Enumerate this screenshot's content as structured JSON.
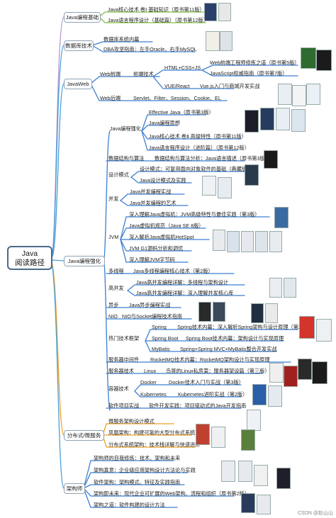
{
  "root": {
    "line1": "Java",
    "line2": "阅读路径"
  },
  "categories": {
    "basics": "Java编程基础",
    "database": "数据库技术",
    "web": "JavaWeb",
    "advanced": "Java编程强化",
    "distributed": "分布式/微服务",
    "architect": "架构师"
  },
  "basics": [
    "Java核心技术 卷Ⅰ 基础知识（原书第11版）",
    "Java语言程序设计（基础篇）（原书第12版）"
  ],
  "database": {
    "sub": "数据库系统内幕",
    "item": "DBA攻坚指南：左手Oracle，右手MySQL"
  },
  "web": {
    "frontend": "Web前端",
    "frontend_dev": "前端技术",
    "html": "HTML+CSS+JS",
    "html_book": "Web前端工程师修炼之道（原书第5版）",
    "js_book": "JavaScript权威指南（原书第7版）",
    "vue": "VUE/React",
    "vue_book": "Vue.js入门与商城开发实战",
    "backend": "Web后端",
    "backend_items": "Servlet、Filter、Session、Cookie、EL"
  },
  "advanced": {
    "enhance": "Java编程强化",
    "enhance_items": [
      "Effective Java（原书第3版）",
      "Java编程思想",
      "Java核心技术 卷Ⅱ 高级特性（原书第11版）",
      "Java语言程序设计（进阶篇）（原书第12版）"
    ],
    "ds": "数据结构与算法",
    "ds_book": "数据结构与算法分析：Java语言描述（原书第3版）",
    "design": "设计模式",
    "design_items": [
      "设计模式：可复用面向对象软件的基础（典藏版）",
      "Java设计模式及实践"
    ],
    "concurrency": "并发",
    "concurrency_items": [
      "Java并发编程实战",
      "Java并发编程的艺术"
    ],
    "jvm": "JVM",
    "jvm_items": [
      "深入理解Java虚拟机：JVM高级特性与最佳实践（第3版）",
      "Java虚拟机规范（Java SE 8版）",
      "深入解析Java虚拟机HotSpot",
      "JVM G1源码分析和调优",
      "深入理解JVM字节码"
    ],
    "multithread": "多线程",
    "multithread_book": "Java多线程编程核心技术（第2版）",
    "hc": "高并发",
    "hc_items": [
      "Java高并发编程详解：多线程与架构设计",
      "Java高并发编程详解：深入理解并发核心库"
    ],
    "async": "异步",
    "async_book": "Java异步编程实战",
    "nio": "NIO",
    "nio_book": "NIO与Socket编程技术指南",
    "frameworks": "热门技术框架",
    "spring": "Spring",
    "spring_book": "Spring技术内幕：深入解析Spring架构与设计原理（第2版）",
    "boot": "Spring Boot",
    "boot_book": "Spring Boot技术内幕：架构设计与实现原理",
    "mybatis": "MyBatis",
    "mybatis_book": "Spring+Spring MVC+MyBatis整合开发实战",
    "mw": "服务器中间件",
    "mw_book": "RocketMQ技术内幕：RocketMQ架构设计与实现原理",
    "server": "服务器技术",
    "linux": "Linux",
    "linux_book": "鸟哥的Linux私房菜：服务器架设篇（第三版）",
    "container": "容器技术",
    "docker": "Docker",
    "docker_book": "Docker技术入门与实战（第3版）",
    "k8s": "Kubernetes",
    "k8s_book": "Kubernetes进阶实战（第2版）",
    "project": "软件项目实战",
    "project_book": "软件开发实践：项目驱动式的Java开发指南"
  },
  "distributed": [
    "微服务架构设计模式",
    "凤凰架构：构建可靠的大型分布式系统",
    "分布式系统架构：技术栈详解与快速进阶"
  ],
  "architect": [
    "架构师的自我修炼：技术、架构和未来",
    "架构真意：企业级应用架构设计方法论与实践",
    "软件架构：架构模式、特征及实践指南",
    "架构即未来：现代企业可扩展的Web架构、流程和组织（原书第2版）",
    "架构之道：软件构建的设计方法"
  ],
  "watermark": "CSDN @赵山山",
  "colors": {
    "basics": "#7fbf3f",
    "database": "#3a7fd0",
    "web": "#3a7fd0",
    "advanced": "#3a7fd0",
    "distributed": "#f0a020",
    "architect": "#3a7fd0"
  }
}
